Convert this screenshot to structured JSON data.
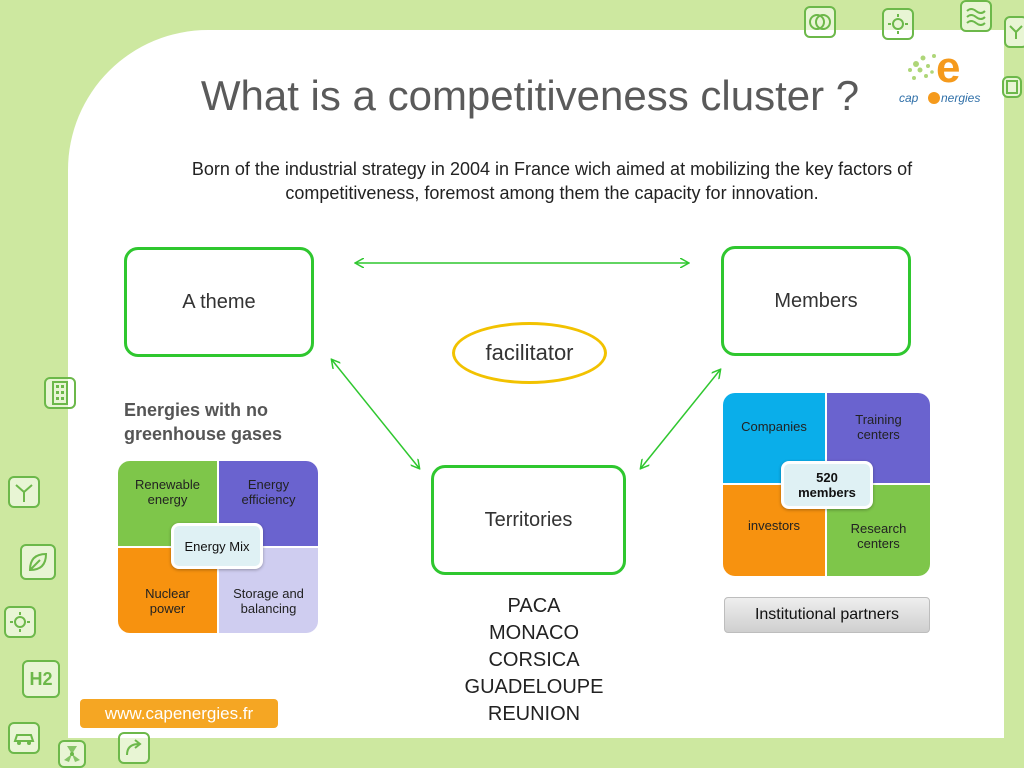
{
  "title": "What is a competitiveness cluster ?",
  "subtitle": "Born of the industrial strategy in 2004 in France wich aimed at mobilizing the key factors of competitiveness, foremost among them the capacity for innovation.",
  "nodes": {
    "theme": "A theme",
    "members": "Members",
    "territories": "Territories",
    "facilitator": "facilitator"
  },
  "energies": {
    "heading": "Energies with no greenhouse gases",
    "cells": [
      "Renewable energy",
      "Energy efficiency",
      "Nuclear power",
      "Storage and balancing"
    ],
    "center": "Energy Mix",
    "colors": [
      "#7ec64a",
      "#6a63cf",
      "#f7920f",
      "#cfcdf0"
    ]
  },
  "members_grid": {
    "cells": [
      "Companies",
      "Training centers",
      "investors",
      "Research centers"
    ],
    "center": "520 members",
    "colors": [
      "#0aaeea",
      "#6a63cf",
      "#f7920f",
      "#7ec64a"
    ]
  },
  "territories": [
    "PACA",
    "MONACO",
    "CORSICA",
    "GUADELOUPE",
    "REUNION"
  ],
  "institutional": "Institutional partners",
  "website": "www.capenergies.fr",
  "logo": {
    "letter": "e",
    "text_left": "cap",
    "text_right": "nergies"
  },
  "colors": {
    "box_border": "#2fc72f",
    "facilitator_border": "#f2c200",
    "background": "#cde8a0",
    "accent_orange": "#f5a623"
  },
  "side_icons": [
    "rings-icon",
    "sun-icon",
    "waves-icon",
    "turbine-icon",
    "battery-icon",
    "building-icon",
    "turbine-icon",
    "leaf-icon",
    "sun-icon",
    "hydrogen-icon",
    "car-icon",
    "nuclear-icon",
    "arrow-icon"
  ],
  "hydrogen_label": "H2"
}
